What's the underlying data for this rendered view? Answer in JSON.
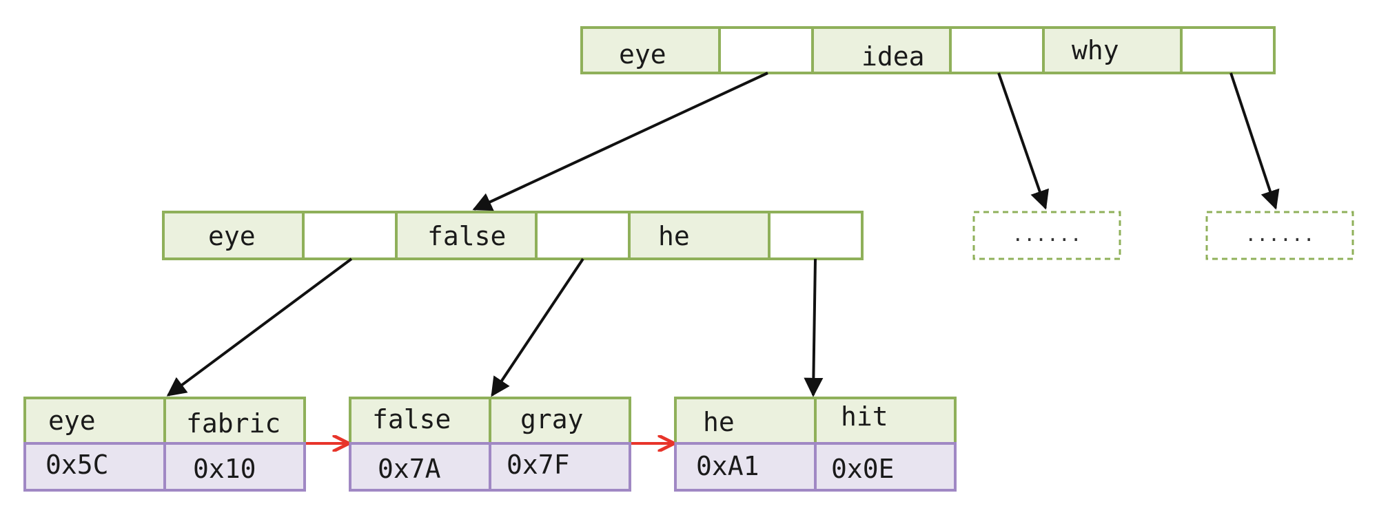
{
  "root": {
    "keys": [
      "eye",
      "idea",
      "why"
    ]
  },
  "internal": {
    "keys": [
      "eye",
      "false",
      "he"
    ]
  },
  "placeholders": [
    "......",
    "......"
  ],
  "leaves": [
    {
      "keys": [
        "eye",
        "fabric"
      ],
      "addrs": [
        "0x5C",
        "0x10"
      ]
    },
    {
      "keys": [
        "false",
        "gray"
      ],
      "addrs": [
        "0x7A",
        "0x7F"
      ]
    },
    {
      "keys": [
        "he",
        "hit"
      ],
      "addrs": [
        "0xA1",
        "0x0E"
      ]
    }
  ],
  "colors": {
    "key_fill": "#ebf1de",
    "border_green": "#8fb05a",
    "addr_fill": "#e8e4f0",
    "border_purple": "#a088c4",
    "arrow": "#111111",
    "leaf_link": "#e8342a"
  }
}
